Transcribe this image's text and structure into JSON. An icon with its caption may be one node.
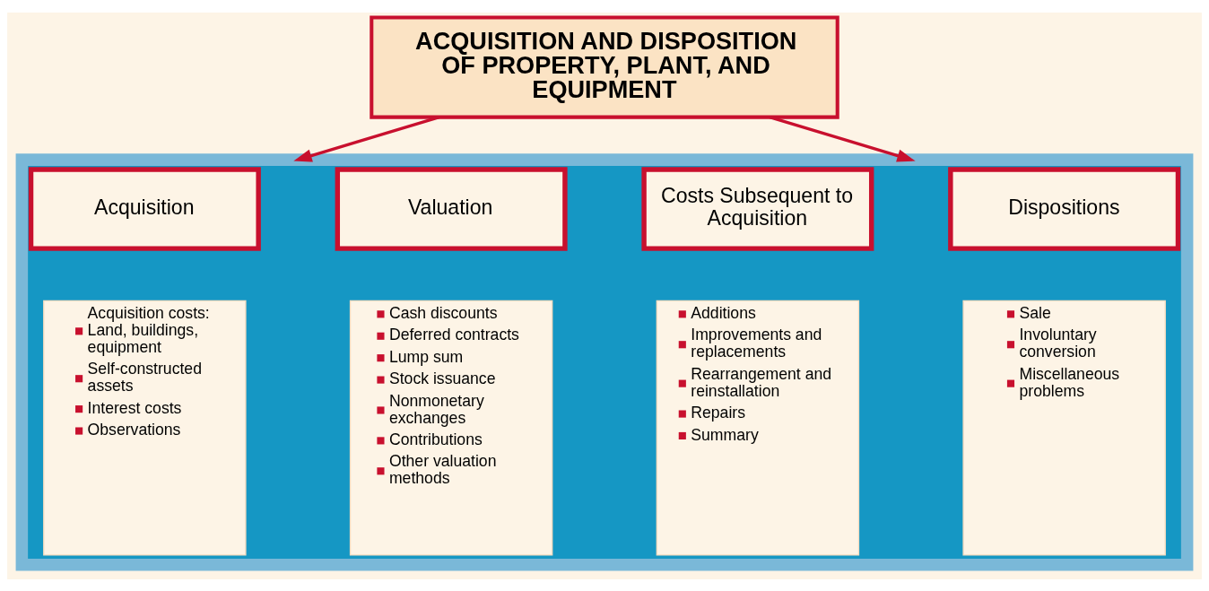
{
  "diagram": {
    "nodes": [
      {
        "text": [
          "ACQUISITION AND DISPOSITION OF PROPERTY, PLANT, AND EQUIPMENT"
        ]
      },
      {
        "text": [],
        "shape": "box"
      },
      {
        "text": [
          "Acquisition"
        ],
        "in": 1
      },
      {
        "text": [
          "Acquisition costs: Land, buildings, equipment",
          "Self-constructed assets",
          "Interest costs",
          "Observations"
        ],
        "in": 1
      },
      {
        "text": [
          "Valuation"
        ],
        "in": 1
      },
      {
        "text": [
          "Cash discounts",
          "Deferred contracts",
          "Lump sum",
          "Stock issuance",
          "Nonmonetary exchanges",
          "Contributions",
          "Other valuation methods"
        ],
        "in": 1
      },
      {
        "text": [
          "Costs Subsequent to Acquisition"
        ],
        "in": 1
      },
      {
        "text": [
          "Additions",
          "Improvements and replacements",
          "Rearrangement and reinstallation",
          "Repairs",
          "Summary"
        ],
        "in": 1
      },
      {
        "text": [
          "Dispositions"
        ],
        "in": 1
      },
      {
        "text": [
          "Sale",
          "Involuntary conversion",
          "Miscellaneous problems"
        ],
        "in": 1
      }
    ],
    "edges": [
      {
        "from": 0,
        "to": 1,
        "arrow": "to"
      },
      {
        "from": 0,
        "to": 1,
        "arrow": "to"
      }
    ]
  }
}
